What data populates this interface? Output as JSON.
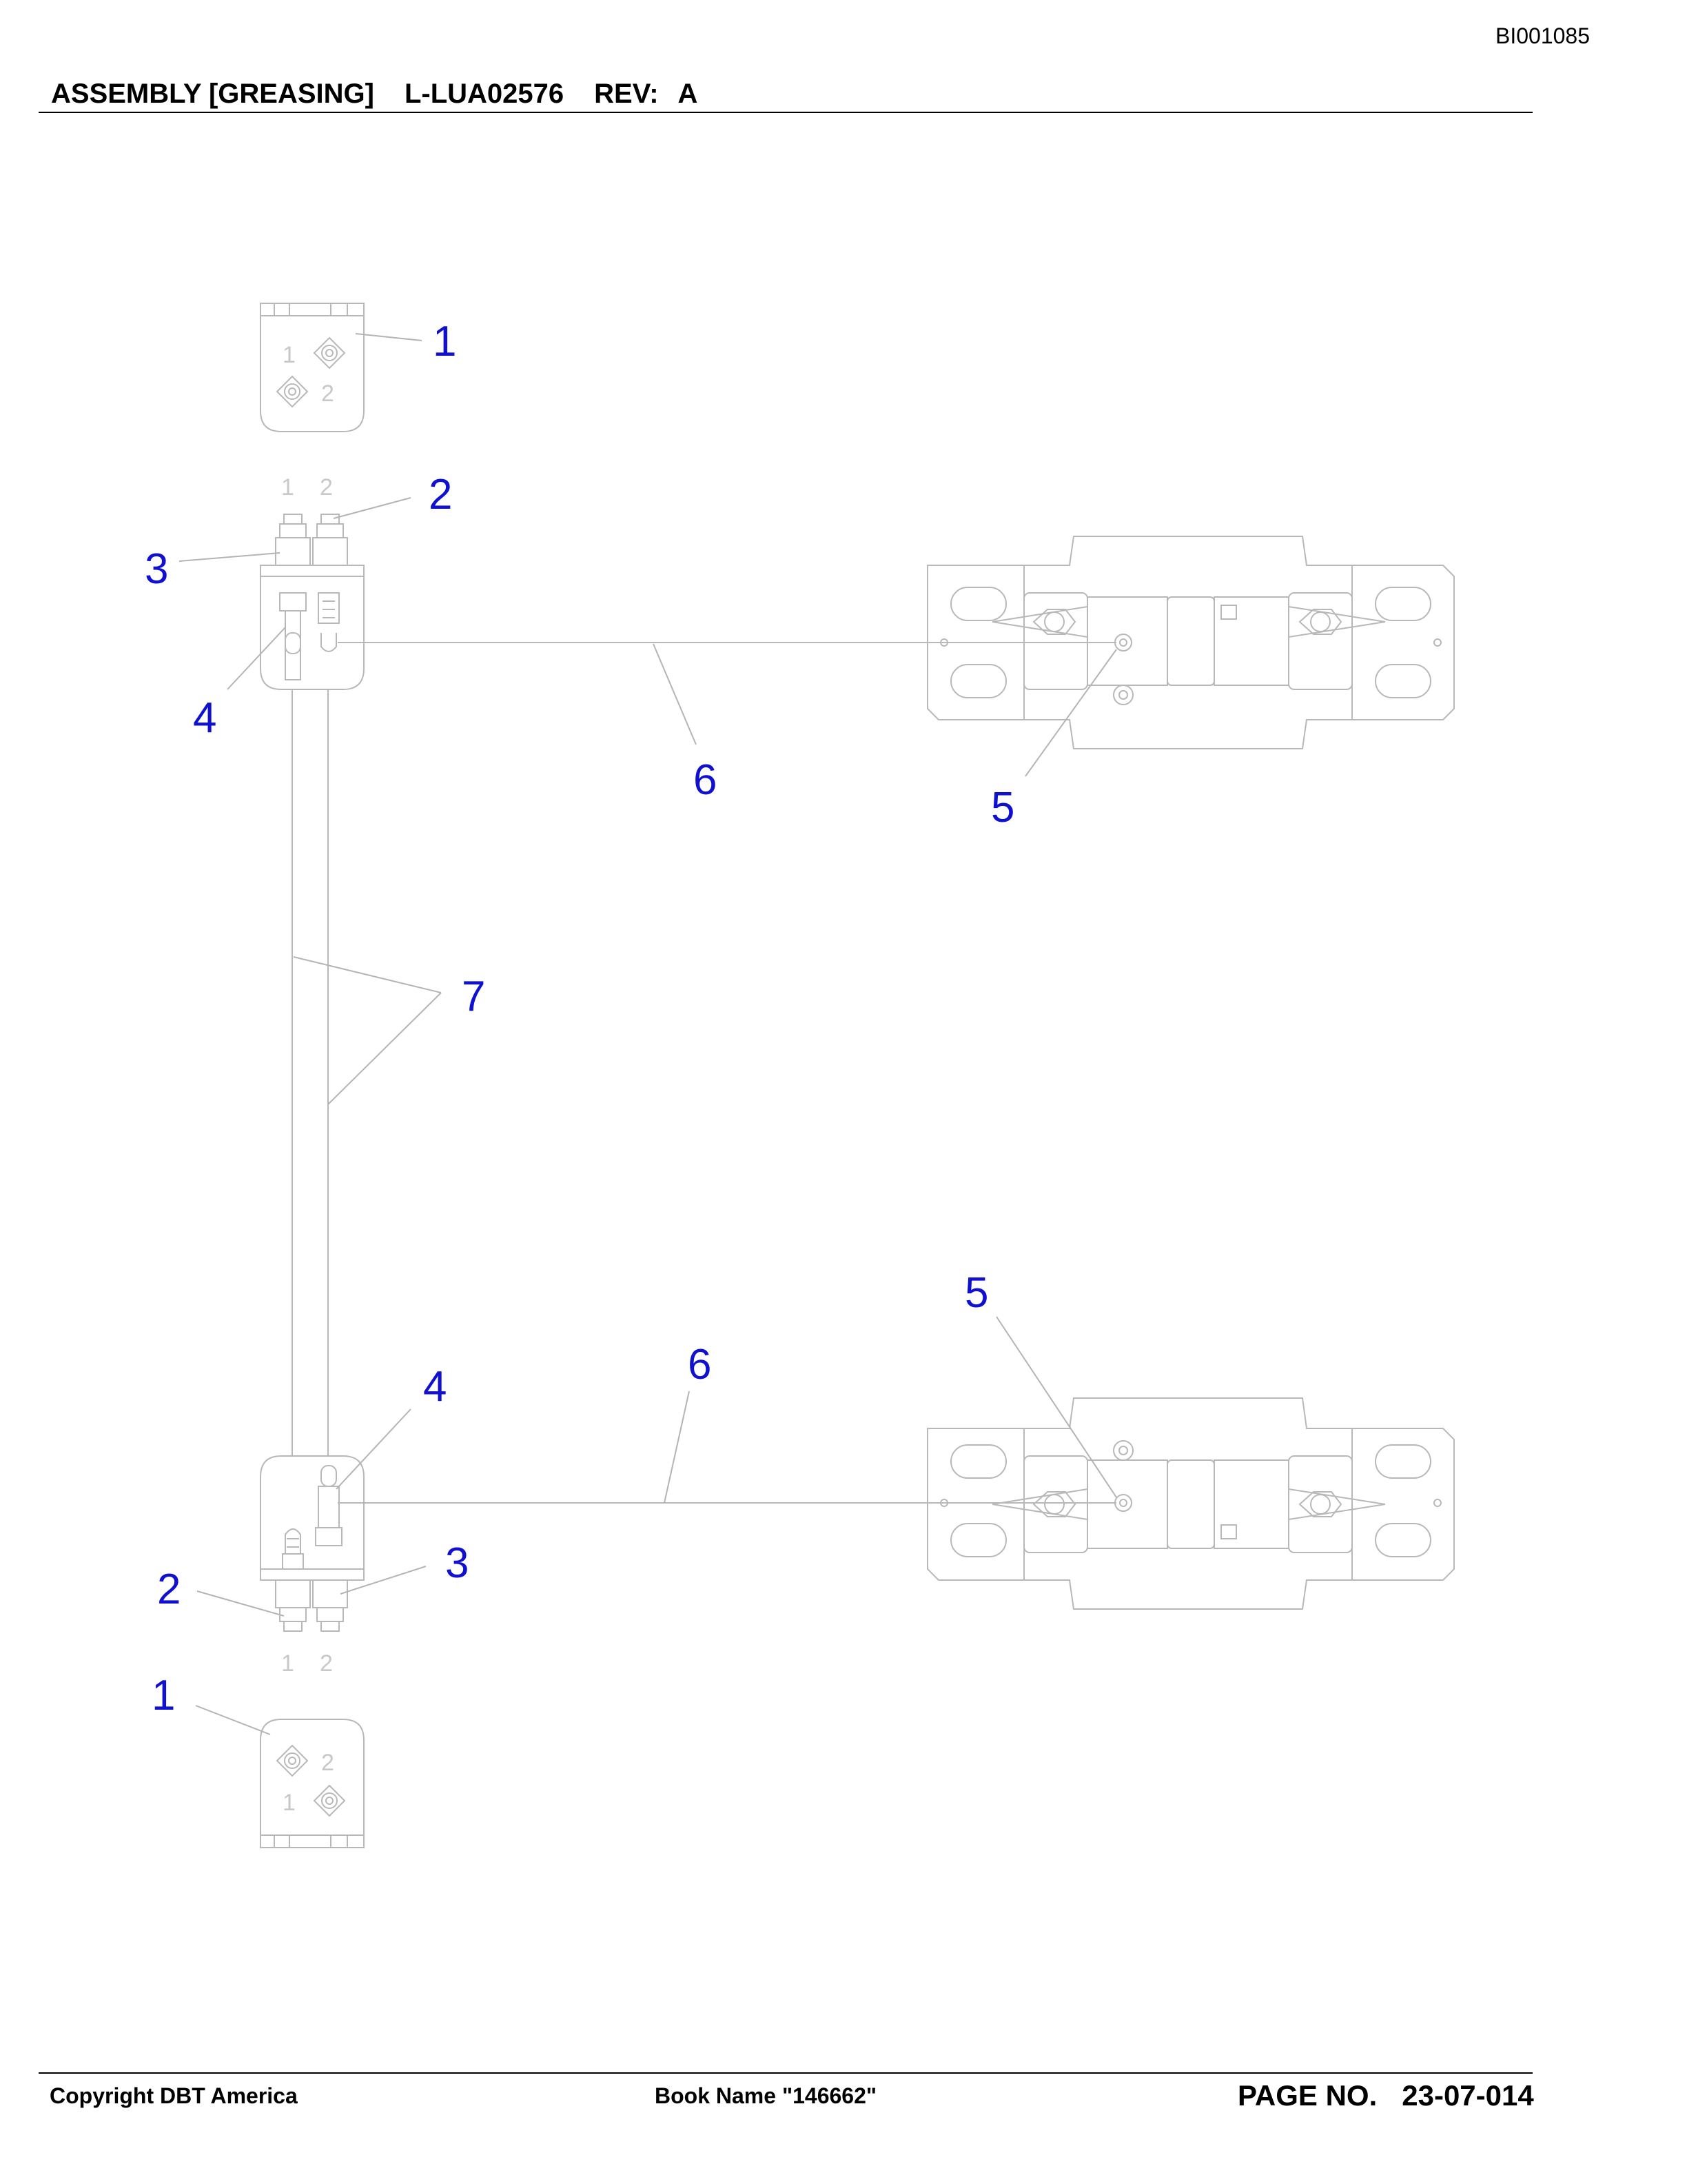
{
  "document": {
    "id": "BI001085",
    "title": "ASSEMBLY [GREASING]",
    "part_number": "L-LUA02576",
    "rev_label": "REV:",
    "rev_value": "A"
  },
  "footer": {
    "copyright": "Copyright DBT America",
    "book_name": "Book Name \"146662\"",
    "page_label": "PAGE NO.",
    "page_value": "23-07-014"
  },
  "port_digits": {
    "one": "1",
    "two": "2"
  },
  "callouts": {
    "top_manifold": "1",
    "top_fitting": "2",
    "top_nut": "3",
    "top_adapter": "4",
    "top_grease_point": "5",
    "top_hose": "6",
    "center_hoses": "7",
    "bottom_grease_point": "5",
    "bottom_hose": "6",
    "bottom_adapter": "4",
    "bottom_nut": "3",
    "bottom_fitting": "2",
    "bottom_manifold": "1"
  },
  "colors": {
    "callout": "#1010d0",
    "line_art": "#b8b8b8",
    "text": "#000000"
  }
}
